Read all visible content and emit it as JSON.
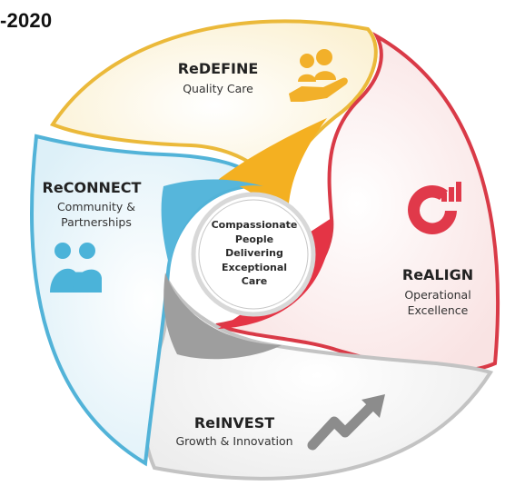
{
  "header": {
    "text": "-2020"
  },
  "center": {
    "lines": [
      "Compassionate",
      "People",
      "Delivering",
      "Exceptional",
      "Care"
    ]
  },
  "segments": {
    "redefine": {
      "title": "ReDEFINE",
      "subtitle": [
        "Quality Care"
      ],
      "color": "#F2B02A",
      "icon": "hand-holding-people-icon"
    },
    "realign": {
      "title": "ReALIGN",
      "subtitle": [
        "Operational",
        "Excellence"
      ],
      "color": "#E0394A",
      "icon": "chart-gauge-icon"
    },
    "reinvest": {
      "title": "ReINVEST",
      "subtitle": [
        "Growth & Innovation"
      ],
      "color": "#9A9A9A",
      "icon": "trend-up-arrow-icon"
    },
    "reconnect": {
      "title": "ReCONNECT",
      "subtitle": [
        "Community &",
        "Partnerships"
      ],
      "color": "#4BB3D9",
      "icon": "two-people-icon"
    }
  }
}
